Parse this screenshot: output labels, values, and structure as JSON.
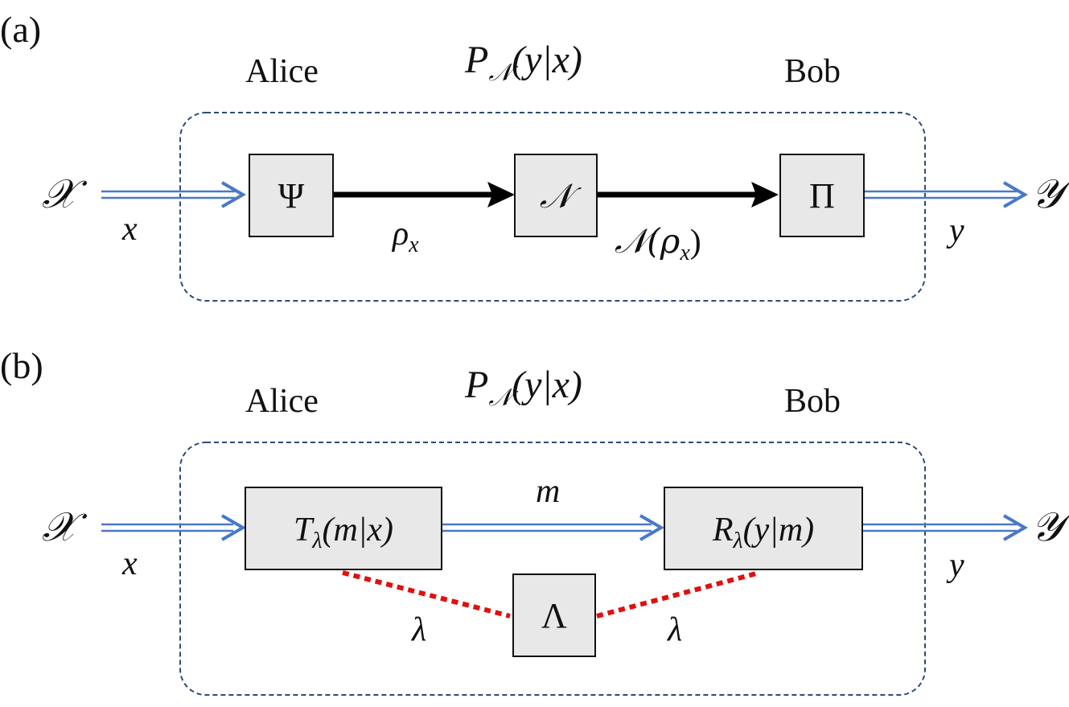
{
  "panel_a": {
    "tag": "(a)",
    "title_P": "P",
    "title_sub": "𝒩",
    "title_rest": "(y|x)",
    "alice": "Alice",
    "bob": "Bob",
    "input_set": "𝒳",
    "output_set": "𝒴",
    "input_var": "x",
    "output_var": "y",
    "box_encoder": "Ψ",
    "box_channel": "𝒩",
    "box_measure": "Π",
    "state_label": "ρ",
    "state_sub": "x",
    "channel_out_pre": "𝒩(ρ",
    "channel_out_sub": "x",
    "channel_out_post": ")"
  },
  "panel_b": {
    "tag": "(b)",
    "title_P": "P",
    "title_sub": "𝒩",
    "title_rest": "(y|x)",
    "alice": "Alice",
    "bob": "Bob",
    "input_set": "𝒳",
    "output_set": "𝒴",
    "input_var": "x",
    "output_var": "y",
    "encoder_T": "T",
    "encoder_sub": "λ",
    "encoder_rest": "(m|x)",
    "decoder_R": "R",
    "decoder_sub": "λ",
    "decoder_rest": "(y|m)",
    "message": "m",
    "shared": "Λ",
    "lambda_left": "λ",
    "lambda_right": "λ"
  },
  "colors": {
    "classical_wire": "#4a78c8",
    "quantum_wire": "#000000",
    "shared_randomness": "#e01010",
    "box_fill": "#e8e8e8",
    "frame": "#2e4a7a"
  }
}
